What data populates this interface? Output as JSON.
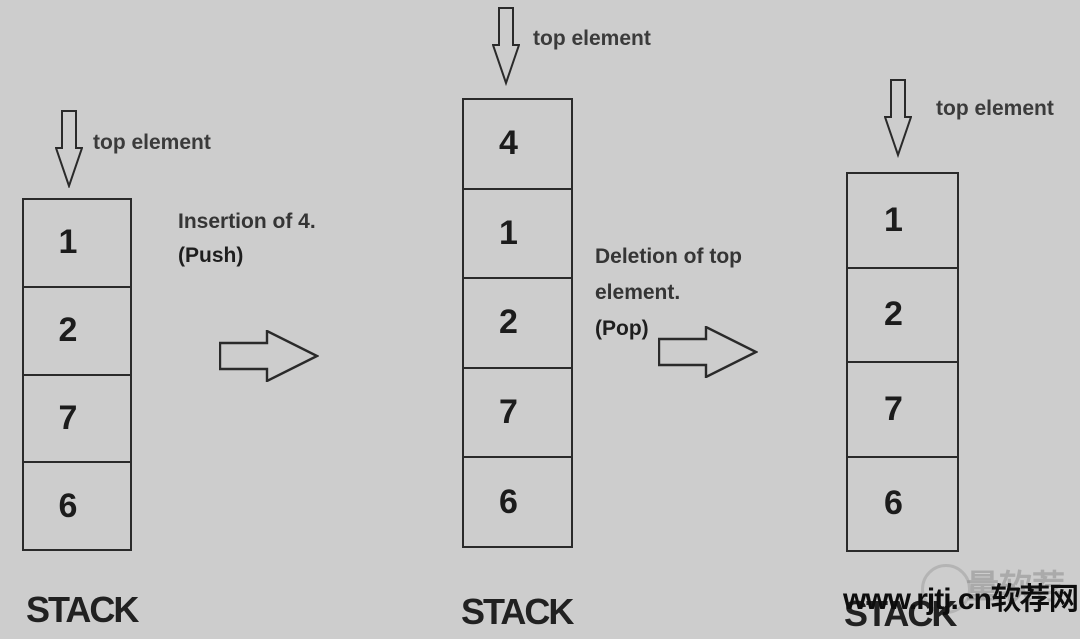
{
  "colors": {
    "background": "#cdcdcd",
    "ink": "#2a2a2a",
    "number_text": "#1c1c1c",
    "label_text": "#3b3b3b",
    "watermark_text": "#0d0d0d"
  },
  "panels": [
    {
      "top_label": "top element",
      "cells": [
        "1",
        "2",
        "7",
        "6"
      ],
      "caption": "STACK"
    },
    {
      "top_label": "top element",
      "cells": [
        "4",
        "1",
        "2",
        "7",
        "6"
      ],
      "caption": "STACK"
    },
    {
      "top_label": "top element",
      "cells": [
        "1",
        "2",
        "7",
        "6"
      ],
      "caption": "STACK"
    }
  ],
  "operations": [
    {
      "lines": [
        "Insertion of 4.",
        "(Push)"
      ]
    },
    {
      "lines": [
        "Deletion of top",
        "element.",
        "(Pop)"
      ]
    }
  ],
  "watermark": {
    "text": "www.rjtj.cn软荐网",
    "ghost_text": "量软荐"
  }
}
